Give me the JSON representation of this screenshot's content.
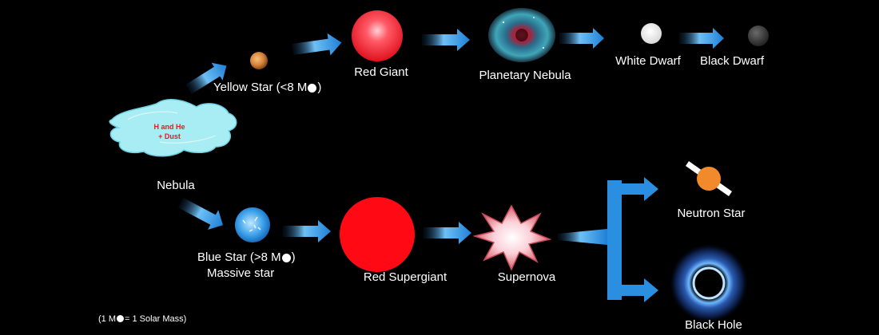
{
  "nebula": {
    "label": "Nebula",
    "contents_line1": "H and He",
    "contents_line2": "+ Dust"
  },
  "low_mass": {
    "yellow_star_prefix": "Yellow Star (<8 M",
    "yellow_star_suffix": ")",
    "red_giant": "Red Giant",
    "planetary_nebula": "Planetary Nebula",
    "white_dwarf": "White Dwarf",
    "black_dwarf": "Black Dwarf"
  },
  "high_mass": {
    "blue_star_prefix": "Blue Star (>8 M",
    "blue_star_suffix": ")",
    "massive_star": "Massive star",
    "red_supergiant": "Red Supergiant",
    "supernova": "Supernova",
    "neutron_star": "Neutron Star",
    "black_hole": "Black Hole"
  },
  "footnote": {
    "prefix": "(1 M",
    "suffix": "= 1 Solar Mass)"
  },
  "colors": {
    "background": "#000000",
    "arrow": "#2a8fe0",
    "nebula_cloud": "#a8ecf4",
    "nebula_text": "#e01b1b",
    "yellow_star": "#d9853a",
    "red_giant": "#ff2a38",
    "red_supergiant": "#ff0a14",
    "blue_star": "#3a9ee8",
    "white_dwarf": "#ffffff",
    "black_dwarf": "#3a3a3a",
    "neutron_star": "#f08a2a",
    "supernova": "#f7b8c4"
  }
}
